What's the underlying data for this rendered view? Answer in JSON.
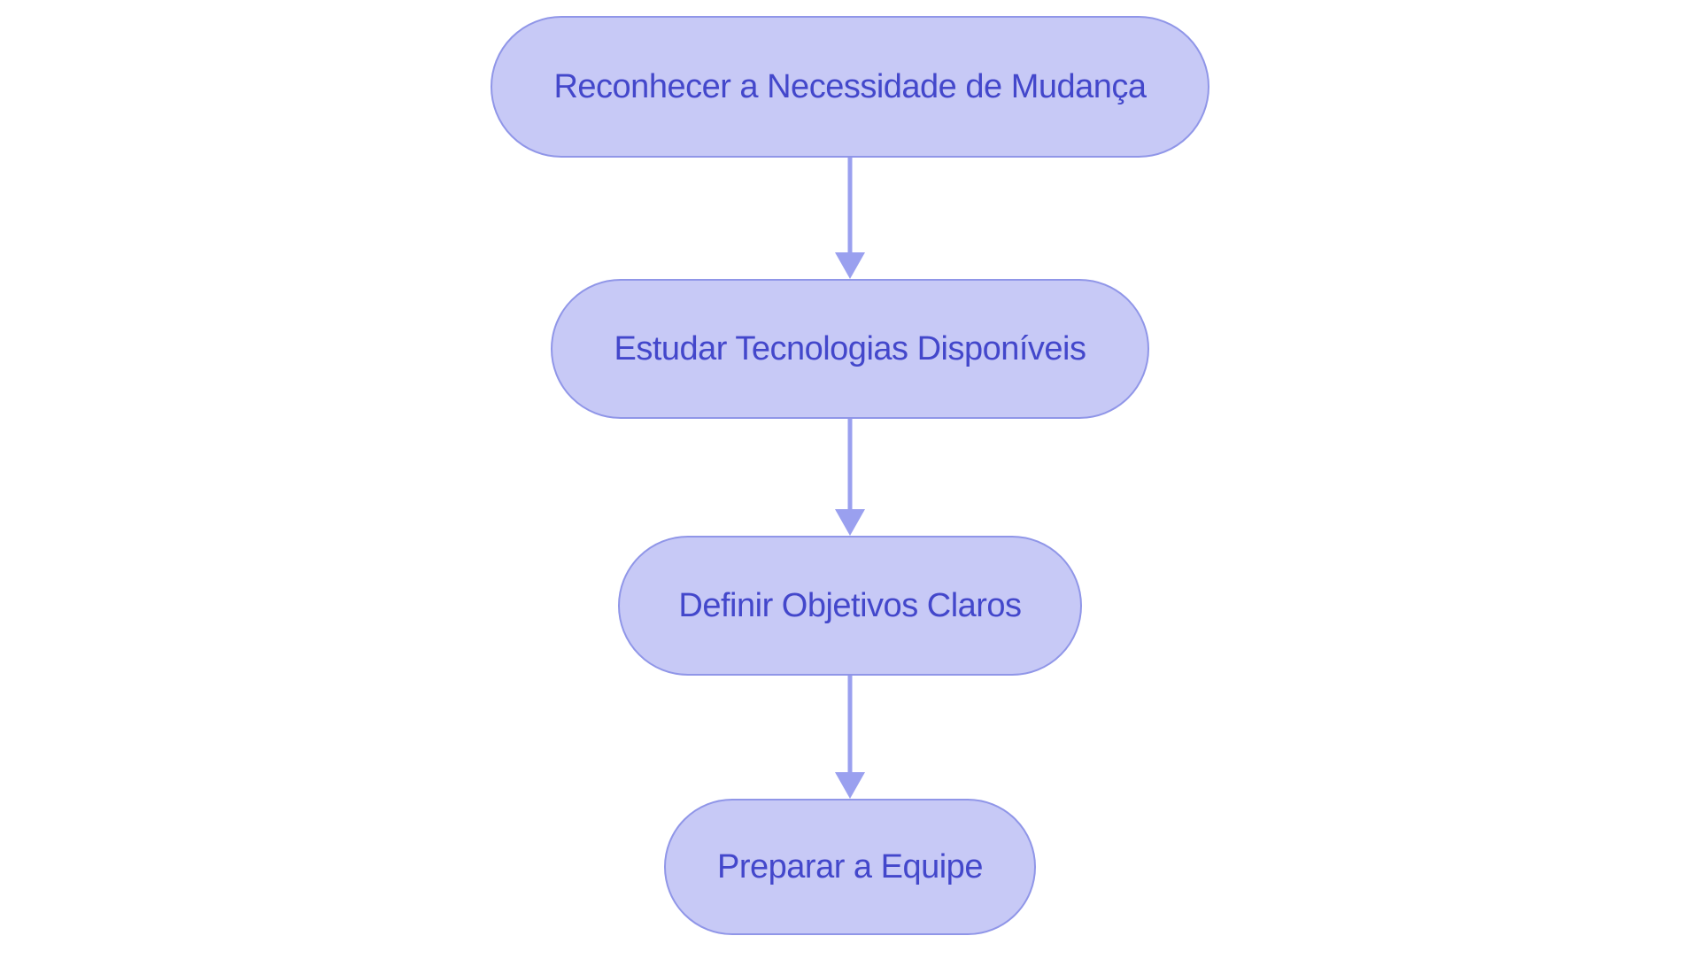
{
  "diagram": {
    "type": "flowchart",
    "direction": "top-down",
    "colors": {
      "background": "#ffffff",
      "node_fill": "#c7c9f6",
      "node_border": "#9096e8",
      "node_text": "#4347cb",
      "arrow": "#9aa0ef"
    },
    "nodes": [
      {
        "id": "node-1",
        "label": "Reconhecer a Necessidade de Mudança"
      },
      {
        "id": "node-2",
        "label": "Estudar Tecnologias Disponíveis"
      },
      {
        "id": "node-3",
        "label": "Definir Objetivos Claros"
      },
      {
        "id": "node-4",
        "label": "Preparar a Equipe"
      }
    ],
    "edges": [
      {
        "from": "node-1",
        "to": "node-2"
      },
      {
        "from": "node-2",
        "to": "node-3"
      },
      {
        "from": "node-3",
        "to": "node-4"
      }
    ]
  }
}
